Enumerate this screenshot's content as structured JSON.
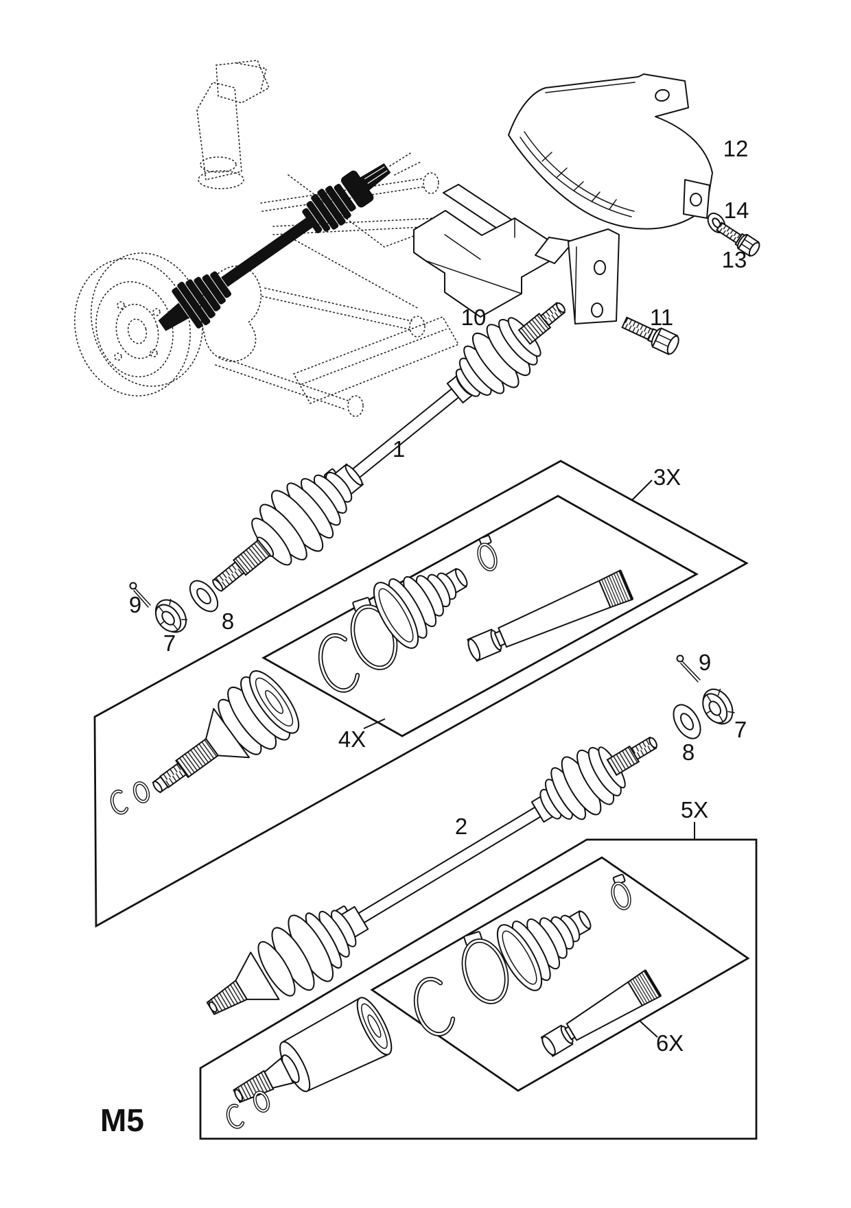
{
  "diagram": {
    "type": "exploded-parts-diagram",
    "subject": "drive shaft, cv joints, boot kits and heat shields",
    "page_code": "M5",
    "colors": {
      "line": "#111111",
      "background": "#ffffff"
    },
    "callouts": [
      {
        "label": "1",
        "part": "drive-shaft-assembly-upper"
      },
      {
        "label": "2",
        "part": "drive-shaft-assembly-lower"
      },
      {
        "label": "3X",
        "part": "outer-kit-box-upper"
      },
      {
        "label": "4X",
        "part": "boot-kit-box-upper"
      },
      {
        "label": "5X",
        "part": "outer-kit-box-lower"
      },
      {
        "label": "6X",
        "part": "boot-kit-box-lower"
      },
      {
        "label": "7",
        "part": "castle-nut-left"
      },
      {
        "label": "8",
        "part": "washer-left"
      },
      {
        "label": "9",
        "part": "cotter-pin-left"
      },
      {
        "label": "7",
        "part": "castle-nut-right"
      },
      {
        "label": "8",
        "part": "washer-right"
      },
      {
        "label": "9",
        "part": "cotter-pin-right"
      },
      {
        "label": "10",
        "part": "heat-shield-bracket"
      },
      {
        "label": "11",
        "part": "bracket-bolt"
      },
      {
        "label": "12",
        "part": "heat-shield"
      },
      {
        "label": "13",
        "part": "shield-bolt"
      },
      {
        "label": "14",
        "part": "shield-washer"
      }
    ]
  }
}
